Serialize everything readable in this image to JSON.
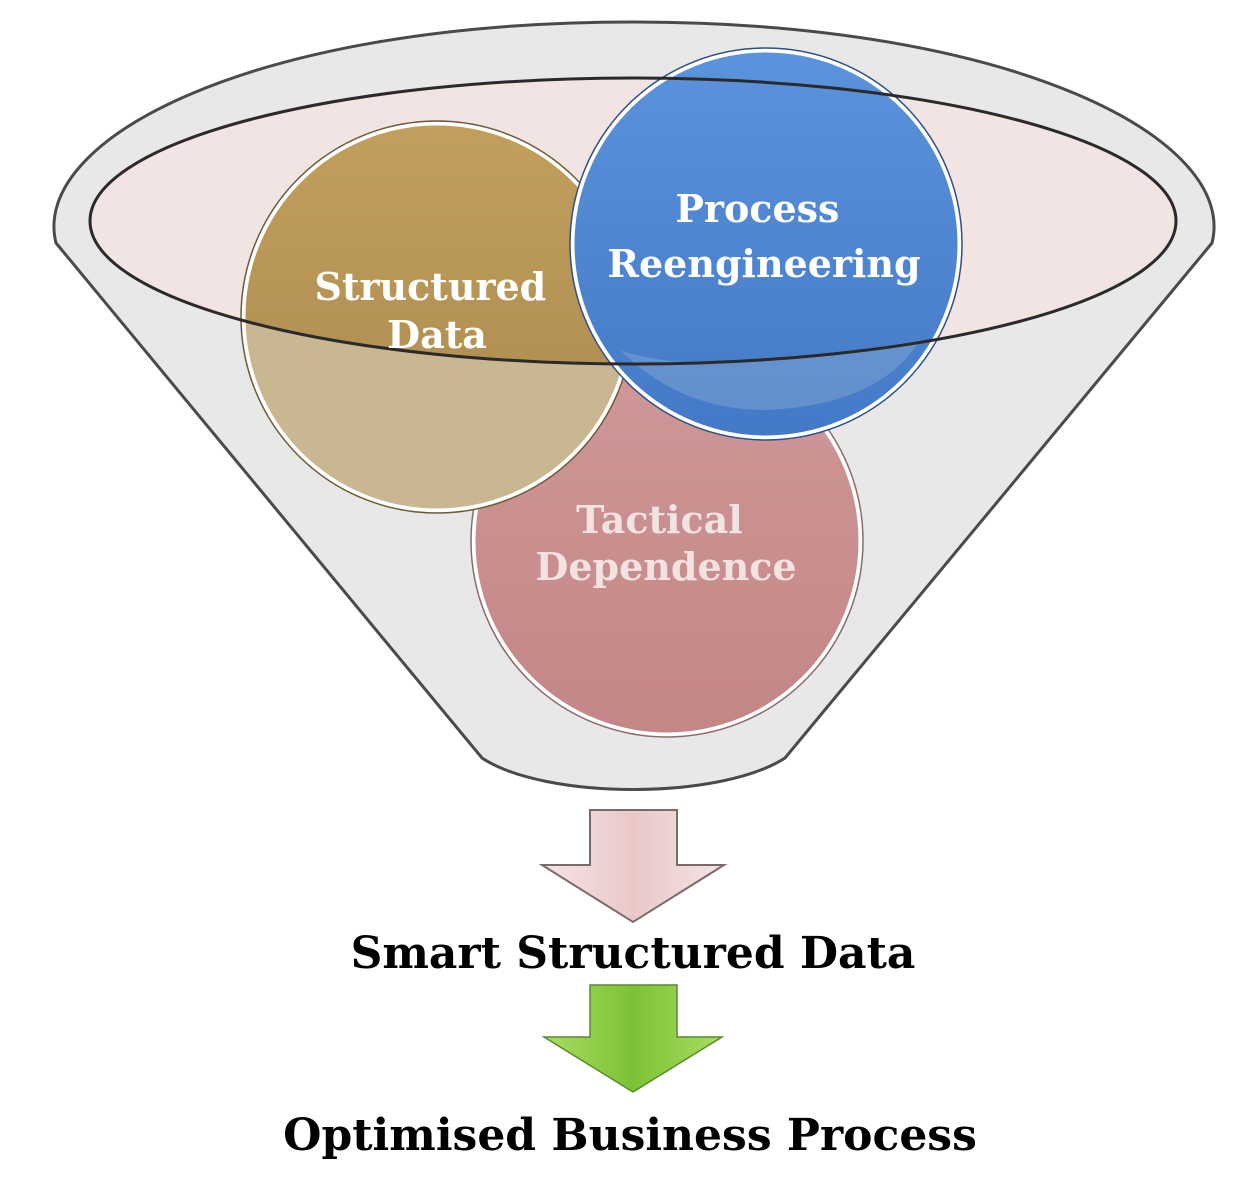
{
  "funnel": {
    "circles": [
      {
        "id": "structured-data",
        "lines": [
          "Structured",
          "Data"
        ],
        "color": "#b8975a",
        "text_color": "#ffffff"
      },
      {
        "id": "process-reengineering",
        "lines": [
          "Process",
          "Reengineering"
        ],
        "color": "#4f86d4",
        "text_color": "#ffffff"
      },
      {
        "id": "tactical-dependence",
        "lines": [
          "Tactical",
          "Dependence"
        ],
        "color": "#c98e8e",
        "text_color": "#f2e2e2"
      }
    ],
    "rim_color": "#f3e4e4",
    "body_color": "#e8e8e8"
  },
  "steps": [
    {
      "label": "Smart Structured Data",
      "arrow_color": "#f0d6d6"
    },
    {
      "label": "Optimised Business Process",
      "arrow_color": "#8fce45"
    }
  ]
}
